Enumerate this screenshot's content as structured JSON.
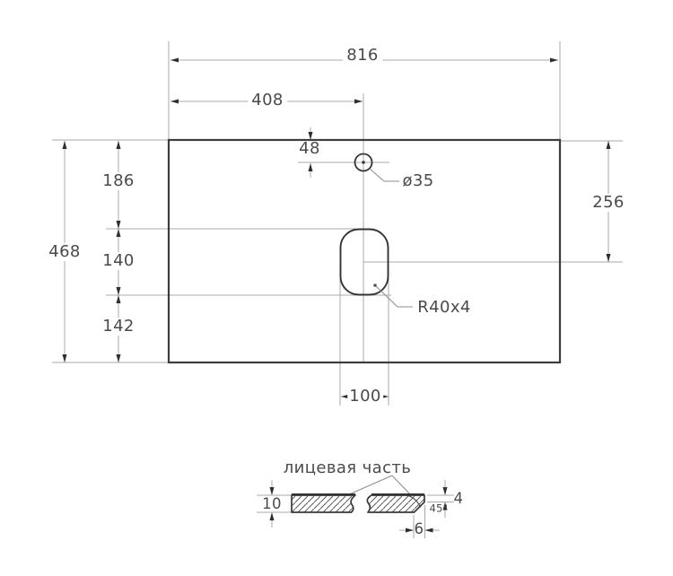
{
  "drawing": {
    "type": "countertop-dimension-drawing",
    "labels": {
      "face_side": "лицевая часть",
      "hole_diameter": "ø35",
      "cutout_corner": "R40x4"
    },
    "dims": {
      "overall_width": "816",
      "half_width": "408",
      "hole_from_top": "48",
      "overall_depth": "468",
      "top_segment": "186",
      "middle_segment": "140",
      "bottom_segment": "142",
      "hole_center_from_top_right": "256",
      "cutout_width": "100",
      "thickness": "10",
      "front_edge_height": "4",
      "chamfer_angle": "45°",
      "chamfer_depth": "6"
    },
    "colors": {
      "outline": "#3d3d3d",
      "thin_line": "#a8a8a8",
      "arrow": "#2e2e2e",
      "text": "#4a4a4a",
      "background": "#ffffff"
    }
  }
}
